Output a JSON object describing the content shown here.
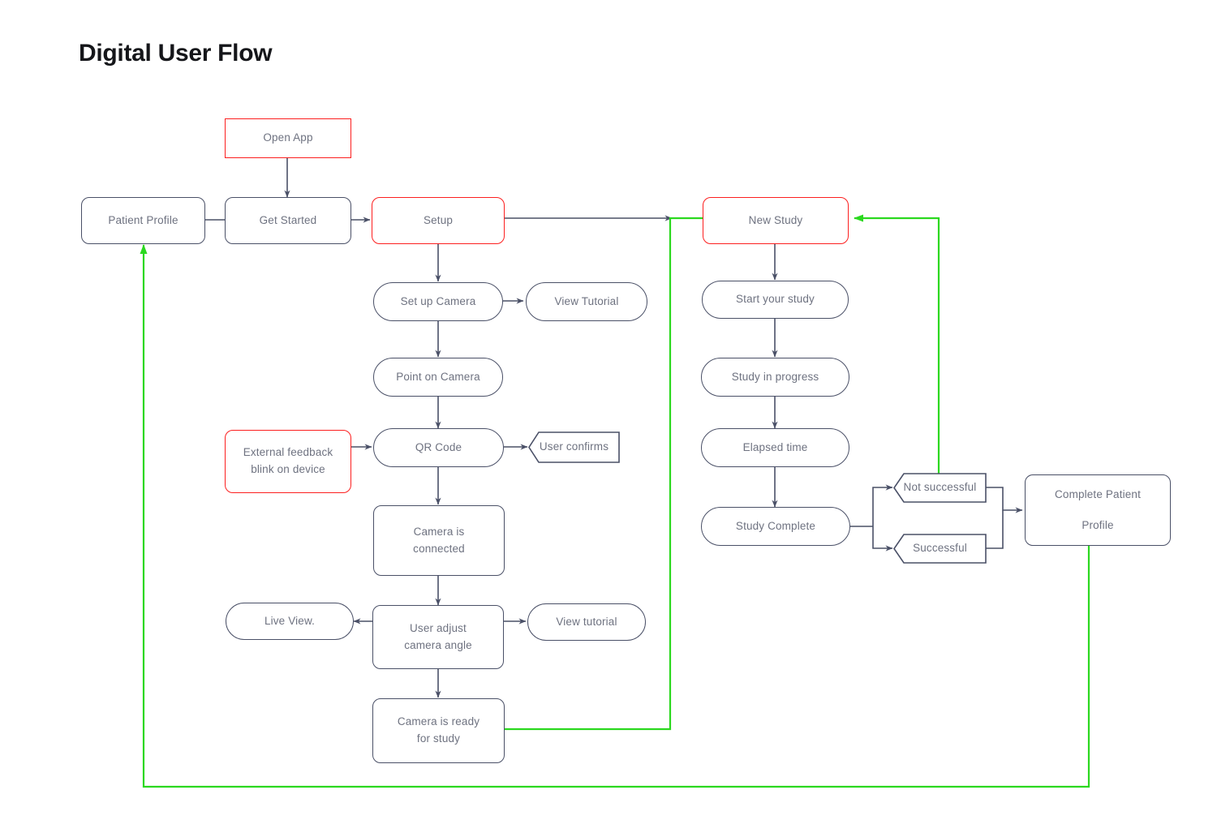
{
  "page": {
    "title": "Digital User Flow",
    "background_color": "#ffffff"
  },
  "colors": {
    "node_border": "#4a5067",
    "node_text": "#6e7280",
    "highlight_border": "#fc1f1f",
    "edge_default": "#4a5067",
    "edge_loop": "#2bd81f",
    "title_text": "#15161a"
  },
  "nodes": {
    "open_app": {
      "label": "Open App",
      "shape": "rect",
      "accent": "red"
    },
    "patient_profile": {
      "label": "Patient Profile",
      "shape": "rounded",
      "accent": "default"
    },
    "get_started": {
      "label": "Get Started",
      "shape": "rounded",
      "accent": "default"
    },
    "setup": {
      "label": "Setup",
      "shape": "rounded",
      "accent": "red"
    },
    "new_study": {
      "label": "New Study",
      "shape": "rounded",
      "accent": "red"
    },
    "set_up_camera": {
      "label": "Set up Camera",
      "shape": "pill",
      "accent": "default"
    },
    "view_tutorial_top": {
      "label": "View Tutorial",
      "shape": "pill",
      "accent": "default"
    },
    "point_on_camera": {
      "label": "Point on Camera",
      "shape": "pill",
      "accent": "default"
    },
    "external_feedback": {
      "label": "External feedback\nblink on device",
      "shape": "rounded",
      "accent": "red"
    },
    "qr_code": {
      "label": "QR Code",
      "shape": "pill",
      "accent": "default"
    },
    "user_confirms": {
      "label": "User confirms",
      "shape": "hex",
      "accent": "default"
    },
    "camera_connected": {
      "label": "Camera is\nconnected",
      "shape": "rounded",
      "accent": "default"
    },
    "live_view": {
      "label": "Live View.",
      "shape": "pill",
      "accent": "default"
    },
    "user_adjust": {
      "label": "User adjust\ncamera angle",
      "shape": "rounded",
      "accent": "default"
    },
    "view_tutorial_bottom": {
      "label": "View tutorial",
      "shape": "pill",
      "accent": "default"
    },
    "camera_ready": {
      "label": "Camera is ready\nfor study",
      "shape": "rounded",
      "accent": "default"
    },
    "start_your_study": {
      "label": "Start your study",
      "shape": "pill",
      "accent": "default"
    },
    "study_in_progress": {
      "label": "Study in progress",
      "shape": "pill",
      "accent": "default"
    },
    "elapsed_time": {
      "label": "Elapsed time",
      "shape": "pill",
      "accent": "default"
    },
    "study_complete": {
      "label": "Study Complete",
      "shape": "pill",
      "accent": "default"
    },
    "not_successful": {
      "label": "Not successful",
      "shape": "hex",
      "accent": "default"
    },
    "successful": {
      "label": "Successful",
      "shape": "hex",
      "accent": "default"
    },
    "complete_patient_profile_line1": {
      "label": "Complete Patient"
    },
    "complete_patient_profile_line2": {
      "label": "Profile"
    }
  },
  "edges": [
    {
      "from": "open_app",
      "to": "get_started",
      "style": "default"
    },
    {
      "from": "patient_profile",
      "to": "get_started",
      "style": "default-no-arrow"
    },
    {
      "from": "get_started",
      "to": "setup",
      "style": "default"
    },
    {
      "from": "setup",
      "to": "new_study",
      "style": "default"
    },
    {
      "from": "setup",
      "to": "set_up_camera",
      "style": "default"
    },
    {
      "from": "set_up_camera",
      "to": "view_tutorial_top",
      "style": "default"
    },
    {
      "from": "set_up_camera",
      "to": "point_on_camera",
      "style": "default"
    },
    {
      "from": "point_on_camera",
      "to": "qr_code",
      "style": "default"
    },
    {
      "from": "external_feedback",
      "to": "qr_code",
      "style": "default"
    },
    {
      "from": "qr_code",
      "to": "user_confirms",
      "style": "default"
    },
    {
      "from": "qr_code",
      "to": "camera_connected",
      "style": "default"
    },
    {
      "from": "camera_connected",
      "to": "user_adjust",
      "style": "default"
    },
    {
      "from": "user_adjust",
      "to": "live_view",
      "style": "default"
    },
    {
      "from": "user_adjust",
      "to": "view_tutorial_bottom",
      "style": "default"
    },
    {
      "from": "user_adjust",
      "to": "camera_ready",
      "style": "default"
    },
    {
      "from": "camera_ready",
      "to": "new_study",
      "style": "loop"
    },
    {
      "from": "new_study",
      "to": "start_your_study",
      "style": "default"
    },
    {
      "from": "start_your_study",
      "to": "study_in_progress",
      "style": "default"
    },
    {
      "from": "study_in_progress",
      "to": "elapsed_time",
      "style": "default"
    },
    {
      "from": "elapsed_time",
      "to": "study_complete",
      "style": "default"
    },
    {
      "from": "study_complete",
      "to": "not_successful",
      "style": "default"
    },
    {
      "from": "study_complete",
      "to": "successful",
      "style": "default"
    },
    {
      "from": "not_successful",
      "to": "complete_patient_profile",
      "style": "default"
    },
    {
      "from": "successful",
      "to": "complete_patient_profile",
      "style": "default"
    },
    {
      "from": "not_successful",
      "to": "new_study",
      "style": "loop"
    },
    {
      "from": "complete_patient_profile",
      "to": "patient_profile",
      "style": "loop"
    }
  ]
}
